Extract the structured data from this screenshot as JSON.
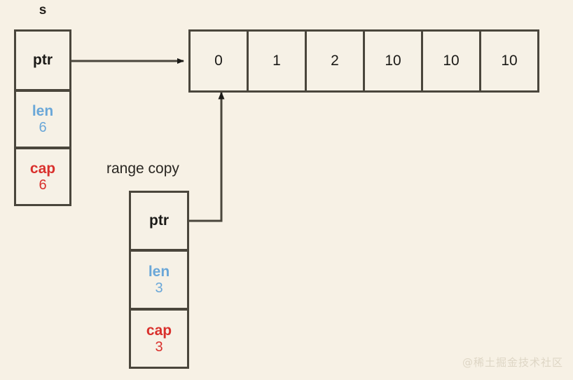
{
  "diagram": {
    "background_color": "#f7f1e5",
    "border_color": "#4a463c",
    "colors": {
      "ptr": "#1b1a17",
      "len": "#6aa7d8",
      "cap": "#d9302c",
      "text": "#1b1a17",
      "watermark": "#ded6c5"
    },
    "slice_header": {
      "label": "s",
      "fields": [
        {
          "name": "ptr",
          "value": ""
        },
        {
          "name": "len",
          "value": "6"
        },
        {
          "name": "cap",
          "value": "6"
        }
      ]
    },
    "copy_header": {
      "label": "range copy",
      "fields": [
        {
          "name": "ptr",
          "value": ""
        },
        {
          "name": "len",
          "value": "3"
        },
        {
          "name": "cap",
          "value": "3"
        }
      ]
    },
    "backing_array": {
      "cells": [
        "0",
        "1",
        "2",
        "10",
        "10",
        "10"
      ]
    },
    "watermark": "@稀土掘金技术社区"
  }
}
